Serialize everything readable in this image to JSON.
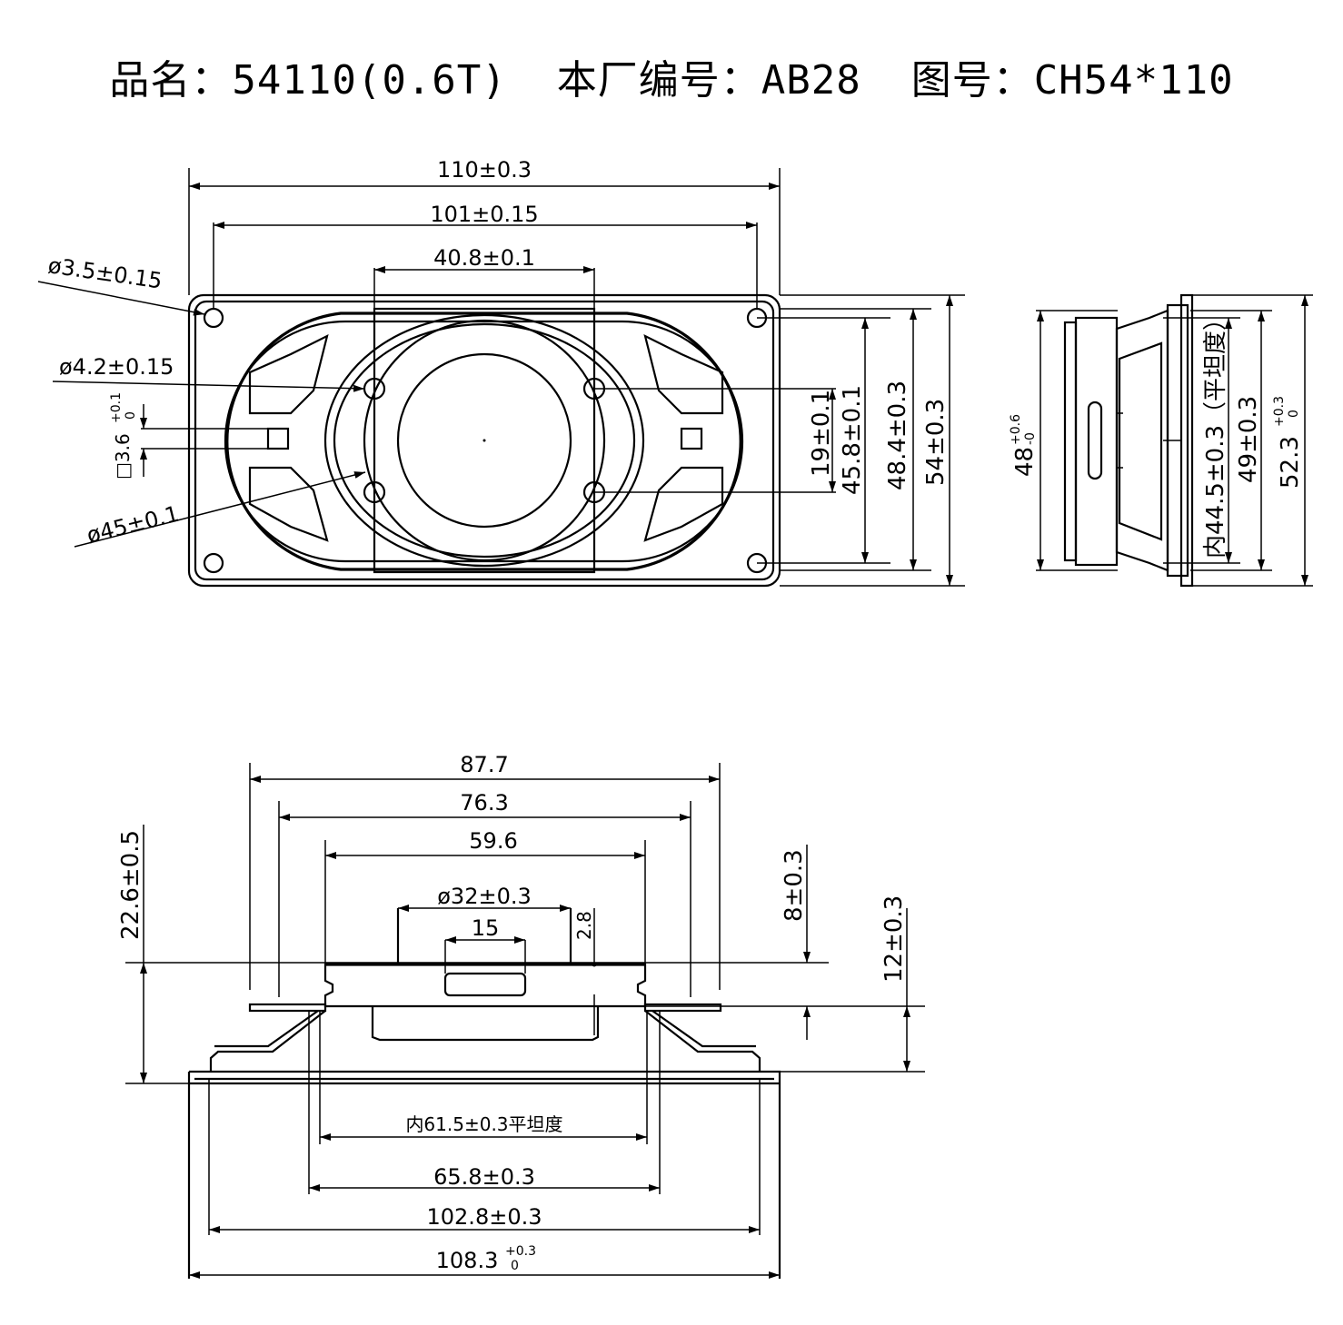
{
  "title": "品名：54110(0.6T)  本厂编号：AB28  图号：CH54*110",
  "top_view": {
    "width_overall": "110±0.3",
    "hole_pitch": "101±0.15",
    "inner_hole_pitch": "40.8±0.1",
    "mount_hole_dia": "ø3.5±0.15",
    "inner_hole_dia": "ø4.2±0.15",
    "square_size": "□3.6",
    "square_tol_upper": "+0.1",
    "square_tol_lower": "0",
    "cone_dia": "ø45±0.1",
    "inner_hole_vert": "19±0.1",
    "hole_row_pitch": "45.8±0.1",
    "inner_height": "48.4±0.3",
    "height_overall": "54±0.3"
  },
  "side_view": {
    "left_height": "48",
    "left_tol_upper": "+0.6",
    "left_tol_lower": "-0",
    "inner_flat": "内44.5±0.3（平坦度）",
    "mid_height": "49±0.3",
    "right_height": "52.3",
    "right_tol_upper": "+0.3",
    "right_tol_lower": "0"
  },
  "bottom_view": {
    "dim_877": "87.7",
    "dim_763": "76.3",
    "dim_596": "59.6",
    "magnet_dia": "ø32±0.3",
    "dim_15": "15",
    "dim_28": "2.8",
    "total_depth": "22.6±0.5",
    "dim_8": "8±0.3",
    "dim_12": "12±0.3",
    "inner_flat": "内61.5±0.3平坦度",
    "dim_658": "65.8±0.3",
    "dim_1028": "102.8±0.3",
    "dim_1083": "108.3",
    "dim_1083_tol_upper": "+0.3",
    "dim_1083_tol_lower": "0"
  }
}
